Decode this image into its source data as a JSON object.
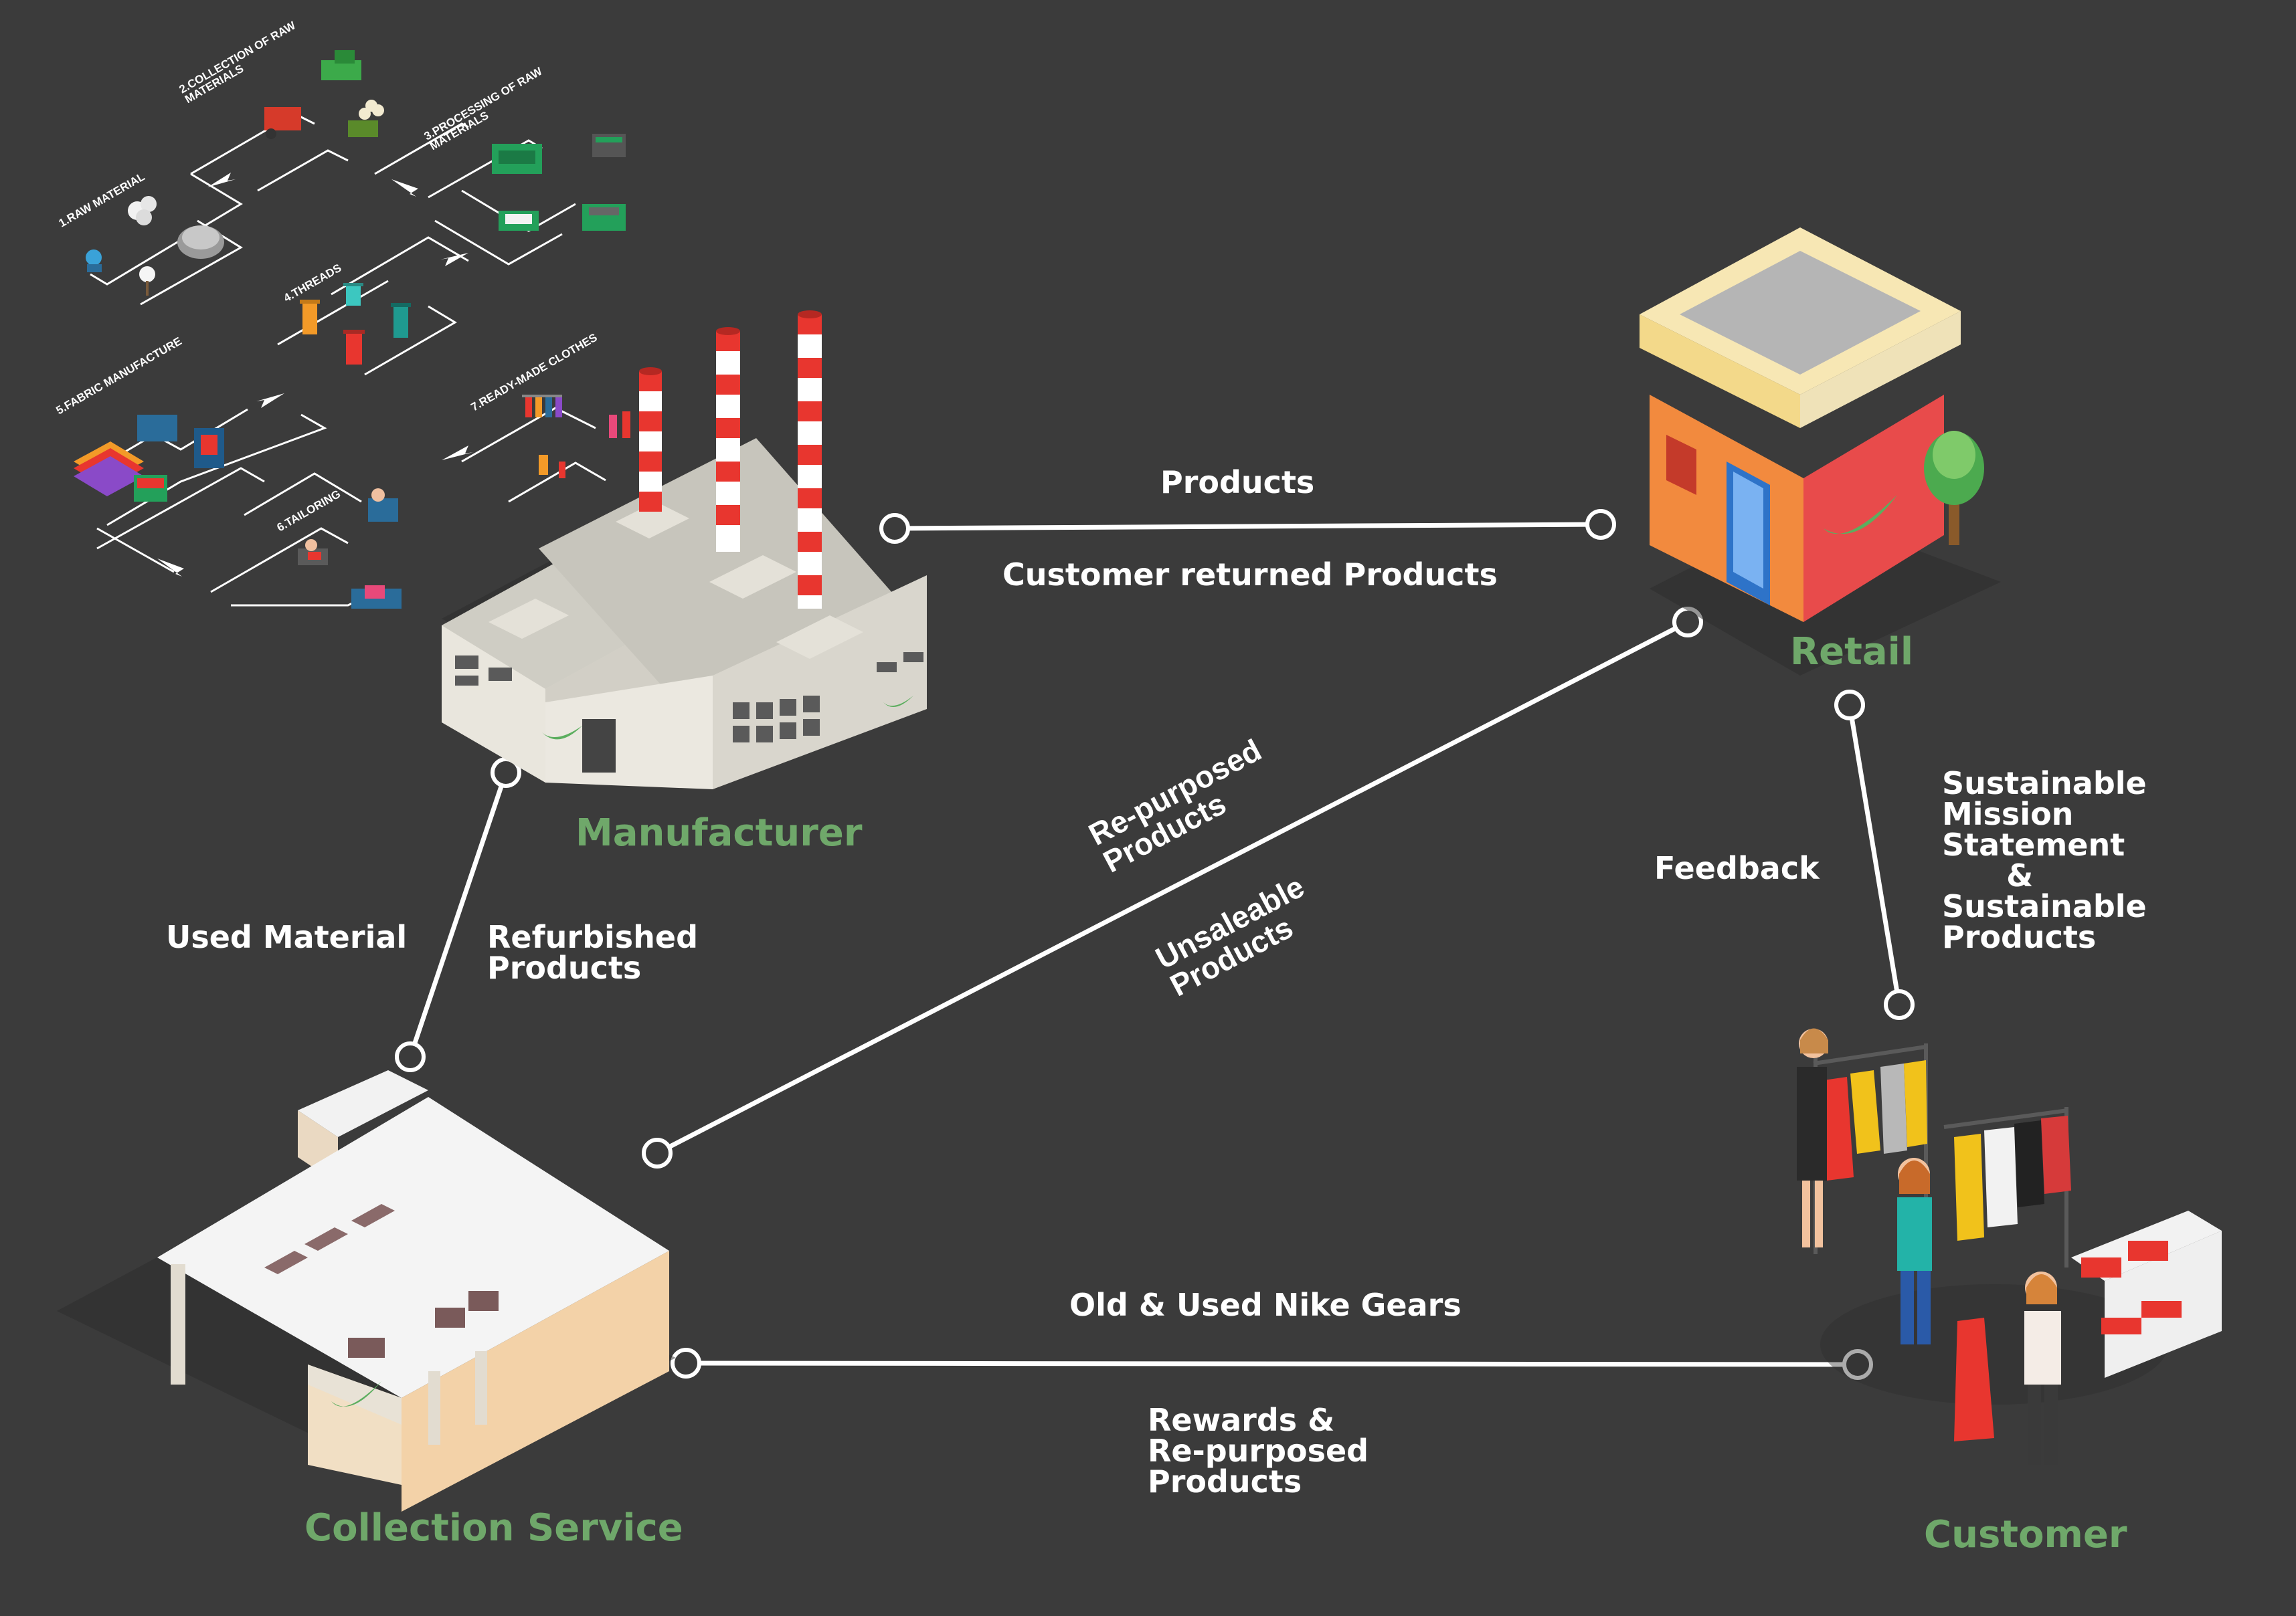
{
  "colors": {
    "background": "#3b3b3b",
    "line": "#ffffff",
    "node_label": "#6fa86a",
    "nike_swoosh": "#5cae5f",
    "factory_stack_red": "#e8362f",
    "retail_wall": "#e84b4b",
    "retail_roof": "#f7e7b4"
  },
  "nodes": {
    "manufacturer": "Manufacturer",
    "retail": "Retail",
    "collection_service": "Collection Service",
    "customer": "Customer"
  },
  "edges": {
    "products": "Products",
    "customer_returned_products": "Customer returned Products",
    "used_material": "Used Material",
    "refurbished_products": "Refurbished\nProducts",
    "repurposed_products": "Re-purposed\nProducts",
    "unsaleable_products": "Unsaleable\nProducts",
    "feedback": "Feedback",
    "sustainable_mission": "Sustainable\nMission\nStatement\n      &\nSustainable\nProducts",
    "old_used_gears": "Old & Used Nike Gears",
    "rewards": "Rewards &\nRe-purposed\nProducts"
  },
  "process_steps": {
    "s1": "1.RAW MATERIAL",
    "s2": "2.COLLECTION OF RAW\nMATERIALS",
    "s3": "3.PROCESSING OF RAW\nMATERIALS",
    "s4": "4.THREADS",
    "s5": "5.FABRIC MANUFACTURE",
    "s6": "6.TAILORING",
    "s7": "7.READY-MADE CLOTHES"
  }
}
